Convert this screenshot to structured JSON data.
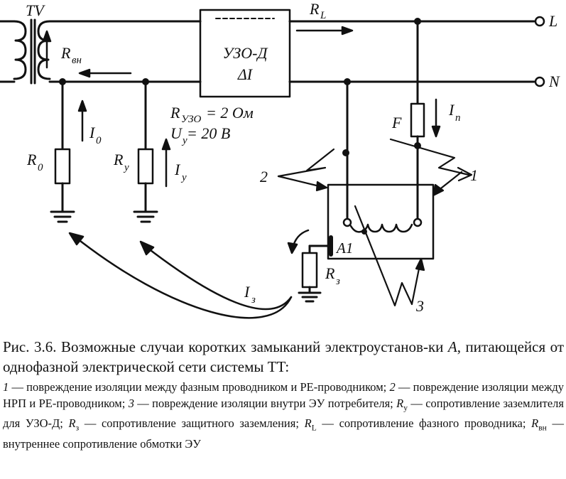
{
  "diagram": {
    "labels": {
      "transformer": "TV",
      "rcd_line1": "УЗО-Д",
      "rcd_line2": "ΔI",
      "r_line": "R",
      "r_line_sub": "L",
      "r_internal": "R",
      "r_internal_sub": "вн",
      "terminal_l": "L",
      "terminal_n": "N",
      "r0": "R",
      "r0_sub": "0",
      "i0": "I",
      "i0_sub": "0",
      "ry": "R",
      "ry_sub": "y",
      "iy": "I",
      "iy_sub": "y",
      "rcd_resistance_text": "R",
      "rcd_resistance_sub": "УЗО",
      "rcd_resistance_val": " = 2 Ом",
      "touch_voltage": "U",
      "touch_voltage_sub": "y",
      "touch_voltage_val": " = 20  В",
      "fuse": "F",
      "in": "I",
      "in_sub": "п",
      "a1": "A1",
      "rz": "R",
      "rz_sub": "з",
      "iz": "I",
      "iz_sub": "з",
      "fault_1": "1",
      "fault_2": "2",
      "fault_3": "3"
    }
  },
  "caption": {
    "prefix": "Рис. 3.6. Возможные случаи коротких замыканий электроустанов-ки ",
    "prefix_var": "А",
    "prefix_rest": ", питающейся от однофазной электрической сети системы TT:",
    "legend_1_num": "1",
    "legend_1_text": " — повреждение изоляции между фазным проводником и PE-проводником;",
    "legend_2_num": "2",
    "legend_2_text": " — повреждение изоляции между НРП и PE-проводником;",
    "legend_3_num": "3",
    "legend_3_text": " — повреждение изоляции внутри ЭУ потребителя;",
    "ry_sym": "R",
    "ry_sub": "y",
    "ry_text": " — сопротивление заземлителя для УЗО-Д;",
    "rz_sym": "R",
    "rz_sub": "з",
    "rz_text": " — сопротивление защитного заземления;",
    "rl_sym": "R",
    "rl_sub": "L",
    "rl_text": " — сопротивление фазного проводника;",
    "rvn_sym": "R",
    "rvn_sub": "вн",
    "rvn_text": " — внутреннее сопротивление обмотки ЭУ"
  }
}
